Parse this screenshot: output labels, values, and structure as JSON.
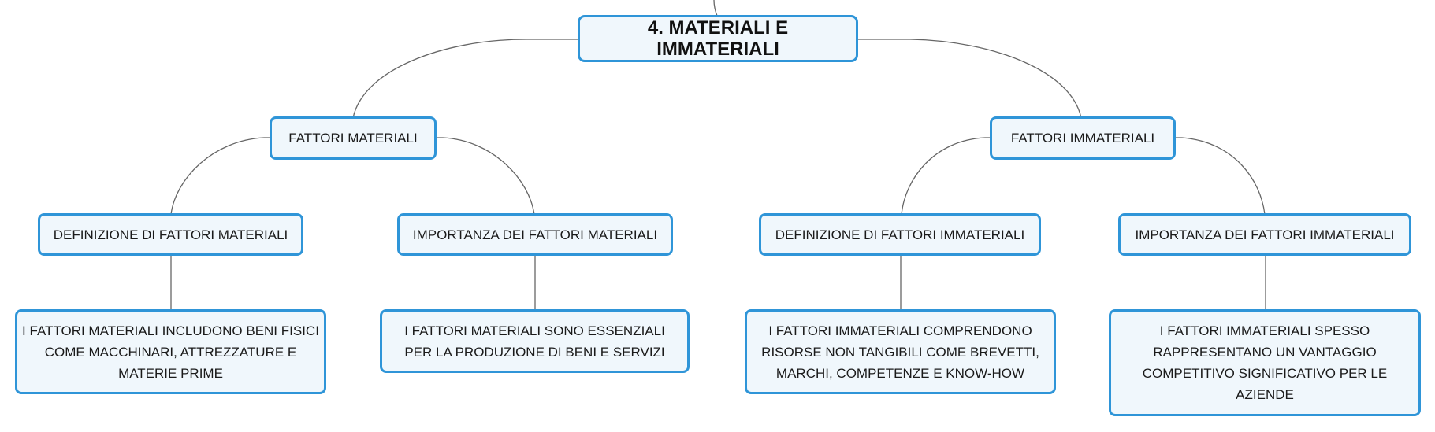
{
  "colors": {
    "node_border": "#2f95d8",
    "node_fill": "#f0f7fc",
    "connector": "#666666"
  },
  "root": {
    "label": "4. MATERIALI E IMMATERIALI"
  },
  "branches": [
    {
      "label": "FATTORI MATERIALI",
      "children": [
        {
          "label": "DEFINIZIONE DI FATTORI MATERIALI",
          "detail": "I FATTORI MATERIALI INCLUDONO BENI FISICI COME MACCHINARI, ATTREZZATURE E MATERIE PRIME"
        },
        {
          "label": "IMPORTANZA DEI FATTORI MATERIALI",
          "detail": "I FATTORI MATERIALI SONO ESSENZIALI PER LA PRODUZIONE DI BENI E SERVIZI"
        }
      ]
    },
    {
      "label": "FATTORI IMMATERIALI",
      "children": [
        {
          "label": "DEFINIZIONE DI FATTORI IMMATERIALI",
          "detail": "I FATTORI IMMATERIALI COMPRENDONO RISORSE NON TANGIBILI COME BREVETTI, MARCHI, COMPETENZE E KNOW-HOW"
        },
        {
          "label": "IMPORTANZA DEI FATTORI IMMATERIALI",
          "detail": "I FATTORI IMMATERIALI SPESSO RAPPRESENTANO UN VANTAGGIO COMPETITIVO SIGNIFICATIVO PER LE AZIENDE"
        }
      ]
    }
  ]
}
